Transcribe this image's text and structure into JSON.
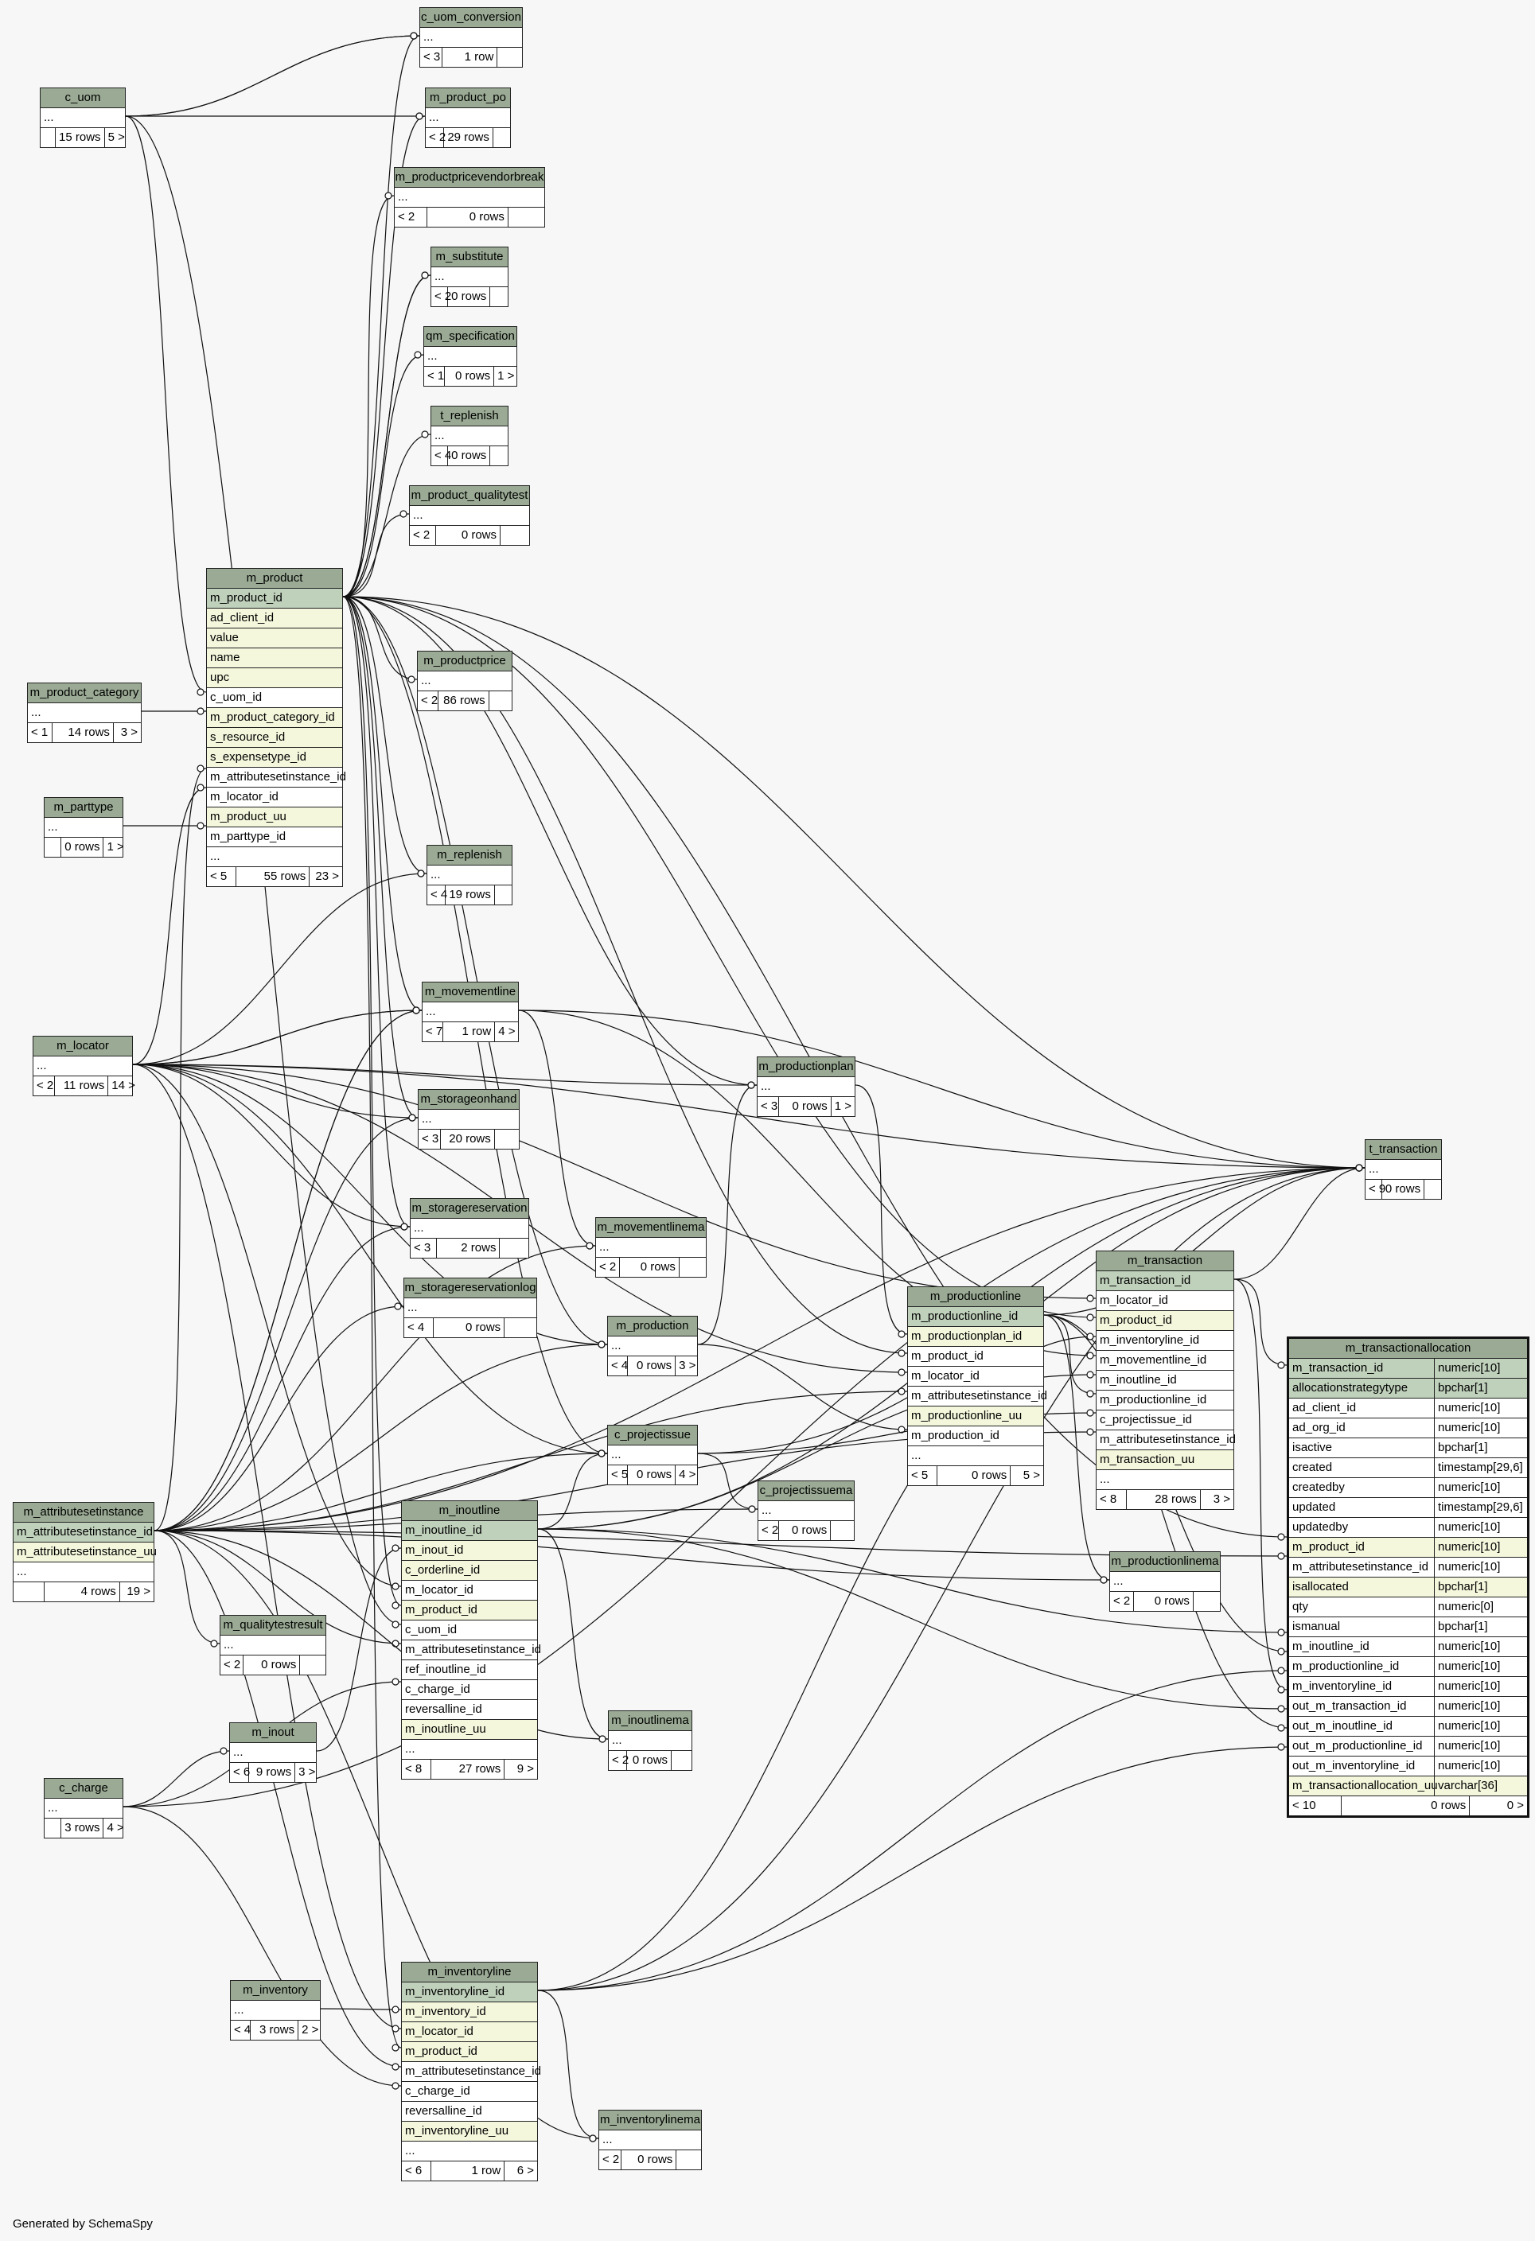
{
  "footer_credit": "Generated by SchemaSpy",
  "colors": {
    "header": "#9aaa94",
    "primary_key": "#bfd0bb",
    "indexed": "#f4f7dc",
    "background": "#f7f7f7"
  },
  "tables": [
    {
      "id": "c_uom_conversion",
      "name": "c_uom_conversion",
      "rows": [
        "..."
      ],
      "footer": [
        "< 3",
        "1 row",
        ""
      ]
    },
    {
      "id": "c_uom",
      "name": "c_uom",
      "rows": [
        "..."
      ],
      "footer": [
        "",
        "15 rows",
        "5 >"
      ]
    },
    {
      "id": "m_product_po",
      "name": "m_product_po",
      "rows": [
        "..."
      ],
      "footer": [
        "< 2",
        "29 rows",
        ""
      ]
    },
    {
      "id": "m_productpricevendorbreak",
      "name": "m_productpricevendorbreak",
      "rows": [
        "..."
      ],
      "footer": [
        "< 2",
        "0 rows",
        ""
      ]
    },
    {
      "id": "m_substitute",
      "name": "m_substitute",
      "rows": [
        "..."
      ],
      "footer": [
        "< 2",
        "0 rows",
        ""
      ]
    },
    {
      "id": "qm_specification",
      "name": "qm_specification",
      "rows": [
        "..."
      ],
      "footer": [
        "< 1",
        "0 rows",
        "1 >"
      ]
    },
    {
      "id": "t_replenish",
      "name": "t_replenish",
      "rows": [
        "..."
      ],
      "footer": [
        "< 4",
        "0 rows",
        ""
      ]
    },
    {
      "id": "m_product_qualitytest",
      "name": "m_product_qualitytest",
      "rows": [
        "..."
      ],
      "footer": [
        "< 2",
        "0 rows",
        ""
      ]
    },
    {
      "id": "m_product",
      "name": "m_product",
      "rows": [
        "m_product_id",
        "ad_client_id",
        "value",
        "name",
        "upc",
        "c_uom_id",
        "m_product_category_id",
        "s_resource_id",
        "s_expensetype_id",
        "m_attributesetinstance_id",
        "m_locator_id",
        "m_product_uu",
        "m_parttype_id",
        "..."
      ],
      "footer": [
        "< 5",
        "55 rows",
        "23 >"
      ]
    },
    {
      "id": "m_product_category",
      "name": "m_product_category",
      "rows": [
        "..."
      ],
      "footer": [
        "< 1",
        "14 rows",
        "3 >"
      ]
    },
    {
      "id": "m_productprice",
      "name": "m_productprice",
      "rows": [
        "..."
      ],
      "footer": [
        "< 2",
        "86 rows",
        ""
      ]
    },
    {
      "id": "m_parttype",
      "name": "m_parttype",
      "rows": [
        "..."
      ],
      "footer": [
        "",
        "0 rows",
        "1 >"
      ]
    },
    {
      "id": "m_replenish",
      "name": "m_replenish",
      "rows": [
        "..."
      ],
      "footer": [
        "< 4",
        "19 rows",
        ""
      ]
    },
    {
      "id": "m_movementline",
      "name": "m_movementline",
      "rows": [
        "..."
      ],
      "footer": [
        "< 7",
        "1 row",
        "4 >"
      ]
    },
    {
      "id": "m_locator",
      "name": "m_locator",
      "rows": [
        "..."
      ],
      "footer": [
        "< 2",
        "11 rows",
        "14 >"
      ]
    },
    {
      "id": "m_productionplan",
      "name": "m_productionplan",
      "rows": [
        "..."
      ],
      "footer": [
        "< 3",
        "0 rows",
        "1 >"
      ]
    },
    {
      "id": "m_storageonhand",
      "name": "m_storageonhand",
      "rows": [
        "..."
      ],
      "footer": [
        "< 3",
        "20 rows",
        ""
      ]
    },
    {
      "id": "t_transaction",
      "name": "t_transaction",
      "rows": [
        "..."
      ],
      "footer": [
        "< 9",
        "0 rows",
        ""
      ]
    },
    {
      "id": "m_storagereservation",
      "name": "m_storagereservation",
      "rows": [
        "..."
      ],
      "footer": [
        "< 3",
        "2 rows",
        ""
      ]
    },
    {
      "id": "m_movementlinema",
      "name": "m_movementlinema",
      "rows": [
        "..."
      ],
      "footer": [
        "< 2",
        "0 rows",
        ""
      ]
    },
    {
      "id": "m_transaction",
      "name": "m_transaction",
      "rows": [
        "m_transaction_id",
        "m_locator_id",
        "m_product_id",
        "m_inventoryline_id",
        "m_movementline_id",
        "m_inoutline_id",
        "m_productionline_id",
        "c_projectissue_id",
        "m_attributesetinstance_id",
        "m_transaction_uu",
        "..."
      ],
      "footer": [
        "< 8",
        "28 rows",
        "3 >"
      ]
    },
    {
      "id": "m_storagereservationlog",
      "name": "m_storagereservationlog",
      "rows": [
        "..."
      ],
      "footer": [
        "< 4",
        "0 rows",
        ""
      ]
    },
    {
      "id": "m_productionline",
      "name": "m_productionline",
      "rows": [
        "m_productionline_id",
        "m_productionplan_id",
        "m_product_id",
        "m_locator_id",
        "m_attributesetinstance_id",
        "m_productionline_uu",
        "m_production_id",
        "..."
      ],
      "footer": [
        "< 5",
        "0 rows",
        "5 >"
      ]
    },
    {
      "id": "m_production",
      "name": "m_production",
      "rows": [
        "..."
      ],
      "footer": [
        "< 4",
        "0 rows",
        "3 >"
      ]
    },
    {
      "id": "m_transactionallocation",
      "name": "m_transactionallocation",
      "rows": [
        "m_transaction_id",
        "allocationstrategytype",
        "ad_client_id",
        "ad_org_id",
        "isactive",
        "created",
        "createdby",
        "updated",
        "updatedby",
        "m_product_id",
        "m_attributesetinstance_id",
        "isallocated",
        "qty",
        "ismanual",
        "m_inoutline_id",
        "m_productionline_id",
        "m_inventoryline_id",
        "out_m_transaction_id",
        "out_m_inoutline_id",
        "out_m_productionline_id",
        "out_m_inventoryline_id",
        "m_transactionallocation_uu"
      ],
      "types": [
        "numeric[10]",
        "bpchar[1]",
        "numeric[10]",
        "numeric[10]",
        "bpchar[1]",
        "timestamp[29,6]",
        "numeric[10]",
        "timestamp[29,6]",
        "numeric[10]",
        "numeric[10]",
        "numeric[10]",
        "bpchar[1]",
        "numeric[0]",
        "bpchar[1]",
        "numeric[10]",
        "numeric[10]",
        "numeric[10]",
        "numeric[10]",
        "numeric[10]",
        "numeric[10]",
        "numeric[10]",
        "varchar[36]"
      ],
      "footer": [
        "< 10",
        "0 rows",
        "0 >"
      ]
    },
    {
      "id": "c_projectissue",
      "name": "c_projectissue",
      "rows": [
        "..."
      ],
      "footer": [
        "< 5",
        "0 rows",
        "4 >"
      ]
    },
    {
      "id": "c_projectissuema",
      "name": "c_projectissuema",
      "rows": [
        "..."
      ],
      "footer": [
        "< 2",
        "0 rows",
        ""
      ]
    },
    {
      "id": "m_attributesetinstance",
      "name": "m_attributesetinstance",
      "rows": [
        "m_attributesetinstance_id",
        "m_attributesetinstance_uu",
        "..."
      ],
      "footer": [
        "",
        "4 rows",
        "19 >"
      ]
    },
    {
      "id": "m_inoutline",
      "name": "m_inoutline",
      "rows": [
        "m_inoutline_id",
        "m_inout_id",
        "c_orderline_id",
        "m_locator_id",
        "m_product_id",
        "c_uom_id",
        "m_attributesetinstance_id",
        "ref_inoutline_id",
        "c_charge_id",
        "reversalline_id",
        "m_inoutline_uu",
        "..."
      ],
      "footer": [
        "< 8",
        "27 rows",
        "9 >"
      ]
    },
    {
      "id": "m_productionlinema",
      "name": "m_productionlinema",
      "rows": [
        "..."
      ],
      "footer": [
        "< 2",
        "0 rows",
        ""
      ]
    },
    {
      "id": "m_qualitytestresult",
      "name": "m_qualitytestresult",
      "rows": [
        "..."
      ],
      "footer": [
        "< 2",
        "0 rows",
        ""
      ]
    },
    {
      "id": "m_inoutlinema",
      "name": "m_inoutlinema",
      "rows": [
        "..."
      ],
      "footer": [
        "< 2",
        "0 rows",
        ""
      ]
    },
    {
      "id": "m_inout",
      "name": "m_inout",
      "rows": [
        "..."
      ],
      "footer": [
        "< 6",
        "9 rows",
        "3 >"
      ]
    },
    {
      "id": "c_charge",
      "name": "c_charge",
      "rows": [
        "..."
      ],
      "footer": [
        "",
        "3 rows",
        "4 >"
      ]
    },
    {
      "id": "m_inventoryline",
      "name": "m_inventoryline",
      "rows": [
        "m_inventoryline_id",
        "m_inventory_id",
        "m_locator_id",
        "m_product_id",
        "m_attributesetinstance_id",
        "c_charge_id",
        "reversalline_id",
        "m_inventoryline_uu",
        "..."
      ],
      "footer": [
        "< 6",
        "1 row",
        "6 >"
      ]
    },
    {
      "id": "m_inventory",
      "name": "m_inventory",
      "rows": [
        "..."
      ],
      "footer": [
        "< 4",
        "3 rows",
        "2 >"
      ]
    },
    {
      "id": "m_inventorylinema",
      "name": "m_inventorylinema",
      "rows": [
        "..."
      ],
      "footer": [
        "< 2",
        "0 rows",
        ""
      ]
    }
  ]
}
